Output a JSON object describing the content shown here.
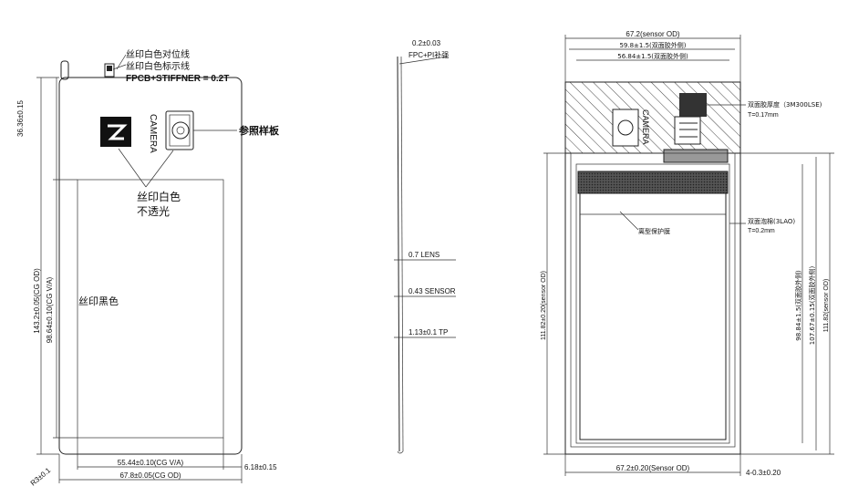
{
  "front_view": {
    "silk_white_align": "丝印白色对位线",
    "silk_white_mark": "丝印白色标示线",
    "fpcb_stiffener": "FPCB+STIFFNER = 0.2T",
    "camera_label": "CAMERA",
    "reference_sample": "参照样板",
    "silk_white": "丝印白色",
    "opaque": "不透光",
    "silk_black": "丝印黑色",
    "dim_top_height": "36.36±0.15",
    "dim_total_height": "143.2±0.05(CG OD)",
    "dim_va_height": "98.64±0.10(CG V/A)",
    "dim_va_width": "55.44±0.10(CG V/A)",
    "dim_od_width": "67.8±0.05(CG OD)",
    "dim_right_gap": "6.18±0.15",
    "dim_corner": "R3±0.1"
  },
  "side_view": {
    "thickness_top": "0.2±0.03",
    "fpc_pi": "FPC+PI补强",
    "lens": "0.7 LENS",
    "sensor": "0.43 SENSOR",
    "tp": "1.13±0.1 TP"
  },
  "back_view": {
    "dim_sensor_od": "67.2(sensor OD)",
    "dim_tape_outer1": "59.8±1.5(双面胶外侧)",
    "dim_tape_outer2": "56.84±1.5(双面胶外侧)",
    "camera_label": "CAMERA",
    "double_tape_thickness": "双面胶厚度（3M300LSE)",
    "tape_t": "T=0.17mm",
    "protect_film": "离型保护膜",
    "foam_tape": "双面泡棉(3LAO)",
    "foam_t": "T=0.2mm",
    "dim_sensor_height": "111.82±0.20(sensor OD)",
    "dim_tape_inner_height": "98.84±1.5(双面胶外侧)",
    "dim_tape_outer_height": "107.67±0.15(双面胶外侧)",
    "dim_sensor_height_right": "111.82(sensor OD)",
    "dim_bottom_width": "67.2±0.20(Sensor OD)",
    "dim_bottom_gap": "4-0.3±0.20"
  }
}
